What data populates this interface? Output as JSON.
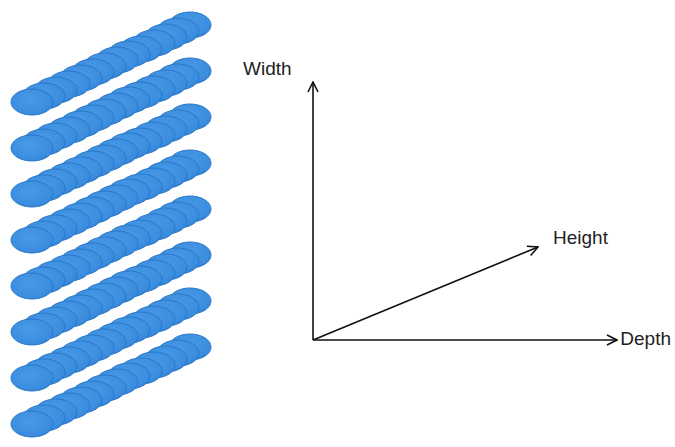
{
  "diagram": {
    "labels": [
      "Width",
      "Height",
      "Depth"
    ]
  }
}
